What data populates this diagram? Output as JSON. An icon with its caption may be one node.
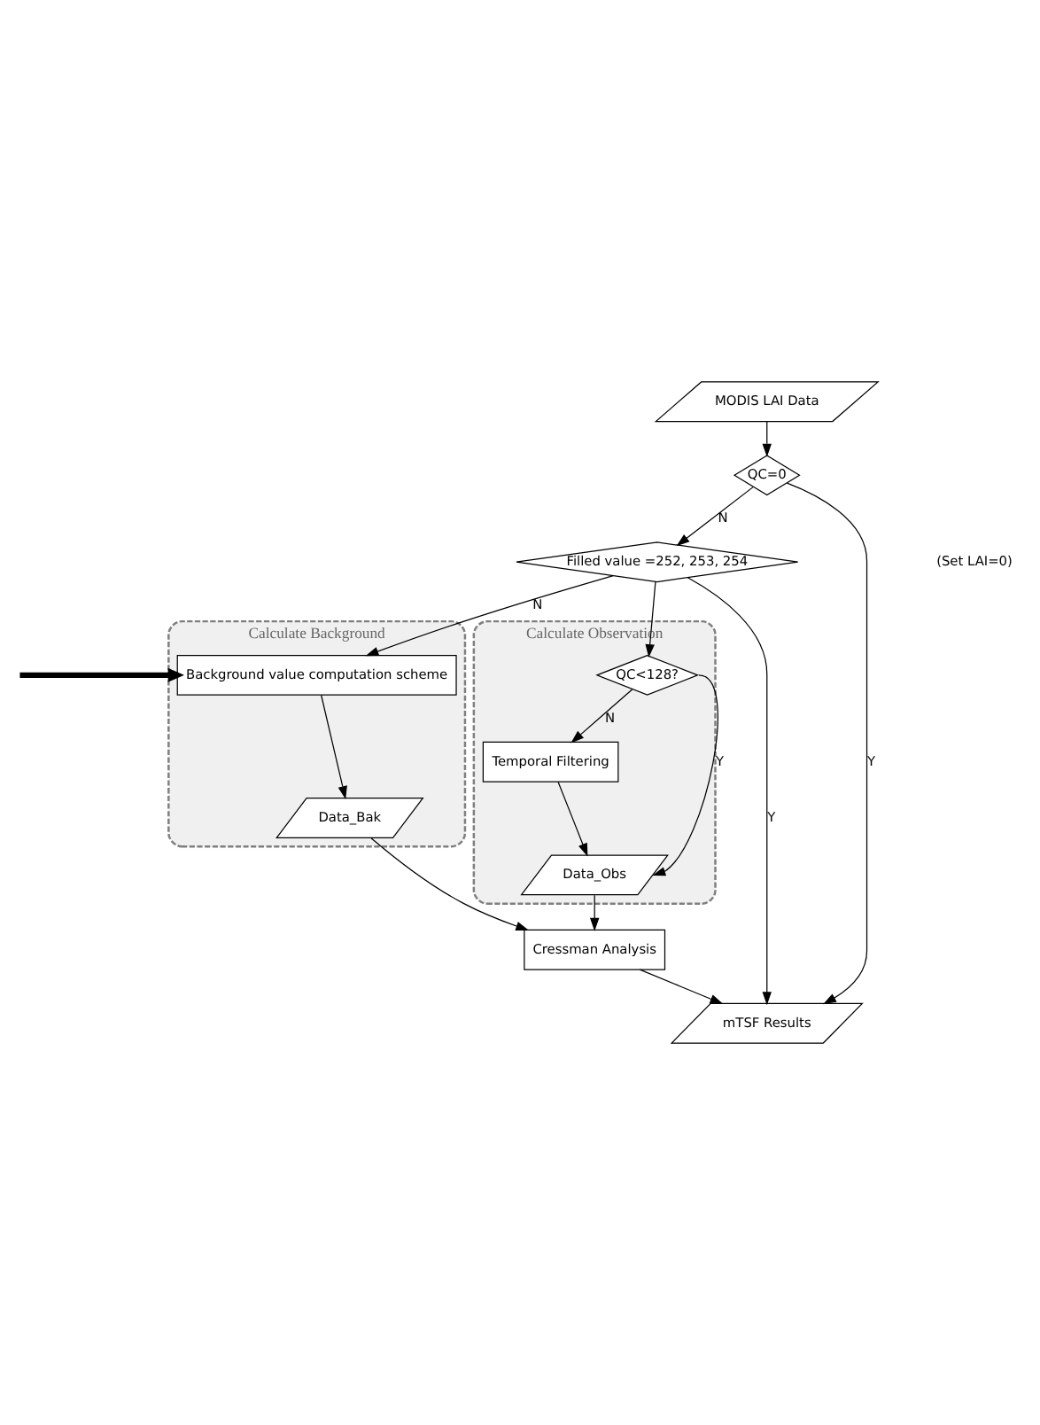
{
  "diagram": {
    "nodes": [
      {
        "text": [
          "MODIS LAI Data"
        ]
      },
      {
        "text": [
          "QC=0"
        ]
      },
      {
        "text": [
          "Filled value =252, 253, 254"
        ]
      },
      {
        "text": [
          "Calculate Background"
        ]
      },
      {
        "text": [
          "Background value computation scheme"
        ],
        "in": 3
      },
      {
        "text": [
          "Data_Bak"
        ],
        "in": 3
      },
      {
        "text": [
          "Calculate Observation"
        ]
      },
      {
        "text": [
          "QC<128?"
        ],
        "in": 6
      },
      {
        "text": [
          "Temporal Filtering"
        ],
        "in": 6
      },
      {
        "text": [
          "Data_Obs"
        ],
        "in": 6
      },
      {
        "text": [
          "Cressman Analysis"
        ]
      },
      {
        "text": [
          "mTSF Results"
        ]
      }
    ],
    "edges": [
      {
        "from": 0,
        "to": 1,
        "arrow": "to"
      },
      {
        "from": 1,
        "to": 11,
        "arrow": "to",
        "label": "Y"
      },
      {
        "from": 1,
        "to": 2,
        "arrow": "to",
        "label": "N"
      },
      {
        "from": 2,
        "to": 11,
        "arrow": "to",
        "label": "Y"
      },
      {
        "from": 2,
        "to": 4,
        "arrow": "to",
        "label": "N"
      },
      {
        "from": 2,
        "to": 7,
        "arrow": "to"
      },
      {
        "from": null,
        "to": 4,
        "arrow": "to",
        "style": "thick"
      },
      {
        "from": 4,
        "to": 5,
        "arrow": "to"
      },
      {
        "from": 7,
        "to": 8,
        "arrow": "to",
        "label": "N"
      },
      {
        "from": 7,
        "to": 9,
        "arrow": "to",
        "label": "Y"
      },
      {
        "from": 8,
        "to": 9,
        "arrow": "to"
      },
      {
        "from": 5,
        "to": 10,
        "arrow": "to"
      },
      {
        "from": 9,
        "to": 10,
        "arrow": "to"
      },
      {
        "from": 10,
        "to": 11,
        "arrow": "to"
      }
    ],
    "labels": [
      "(Set LAI=0)"
    ]
  }
}
